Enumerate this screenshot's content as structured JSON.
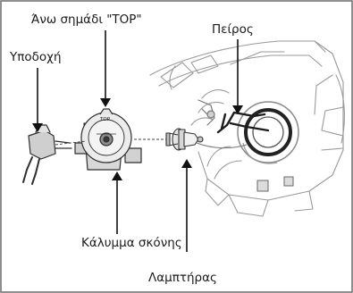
{
  "labels": {
    "top_mark": "Άνω σημάδι \"TOP\"",
    "socket": "Υποδοχή",
    "pin": "Πείρος",
    "dust_cover": "Κάλυμμα σκόνης",
    "bulb": "Λαμπτήρας",
    "cover_engraving": "TOP"
  }
}
